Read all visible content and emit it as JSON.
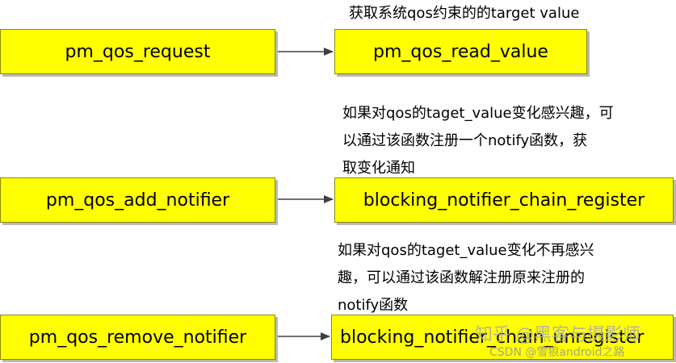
{
  "boxes": {
    "left_top": "pm_qos_request",
    "right_top": "pm_qos_read_value",
    "left_mid": "pm_qos_add_notifier",
    "right_mid": "blocking_notifier_chain_register",
    "left_bottom": "pm_qos_remove_notifier",
    "right_bottom": "blocking_notifier_chain_unregister"
  },
  "notes": {
    "top": "获取系统qos约束的的target value",
    "mid_line1": "如果对qos的taget_value变化感兴趣，可",
    "mid_line2": "以通过该函数注册一个notify函数，获",
    "mid_line3": "取变化通知",
    "bottom_line1": "如果对qos的taget_value变化不再感兴",
    "bottom_line2": "趣，可以通过该函数解注册原来注册的",
    "bottom_line3": "notify函数"
  },
  "watermarks": {
    "zhihu": "知乎 @黑客与摄影师",
    "csdn": "CSDN @雪狼android之路"
  },
  "colors": {
    "box_fill": "#ffff00",
    "box_border": "#8a8a00",
    "arrow": "#404040"
  }
}
